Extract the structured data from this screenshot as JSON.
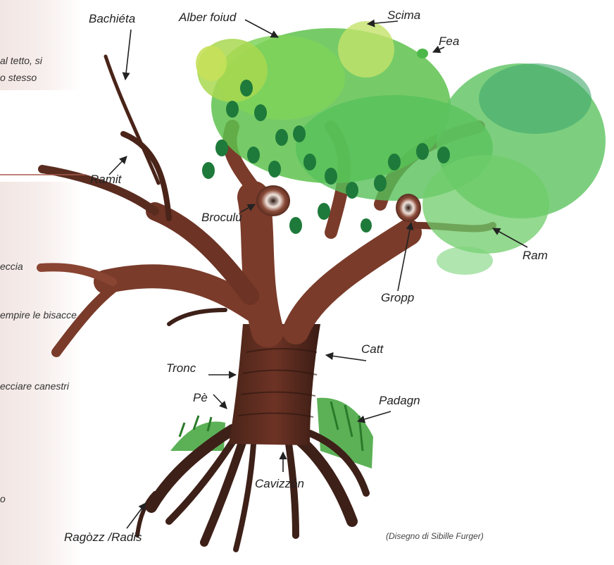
{
  "sidebar_fragments": [
    "al tetto, si",
    "o stesso",
    "eccia",
    "empire le bisacce",
    "ecciare canestri",
    "o"
  ],
  "labels": {
    "bachieta": "Bachiéta",
    "alber_foiud": "Alber foiud",
    "scima": "Scima",
    "fea": "Fea",
    "ramit": "Ramit",
    "broculu": "Broculú",
    "ram": "Ram",
    "gropp": "Gropp",
    "catt": "Catt",
    "tronc": "Tronc",
    "pe": "Pè",
    "padagn": "Padagn",
    "cavizzon": "Cavizzón",
    "ragozz_radis": "Ragòzz /Radis"
  },
  "credit": "(Disegno di Sibille Furger)",
  "colors": {
    "bark": "#7a3b2a",
    "bark_light": "#b5573d",
    "bark_dark": "#3d2018",
    "leaf_light": "#8fd13a",
    "leaf_mid": "#4cb84a",
    "leaf_dark": "#1e7a3a",
    "leaf_teal": "#3dae7a",
    "panel": "#f2e6e3",
    "divider": "#a85a4e",
    "text": "#222222"
  }
}
